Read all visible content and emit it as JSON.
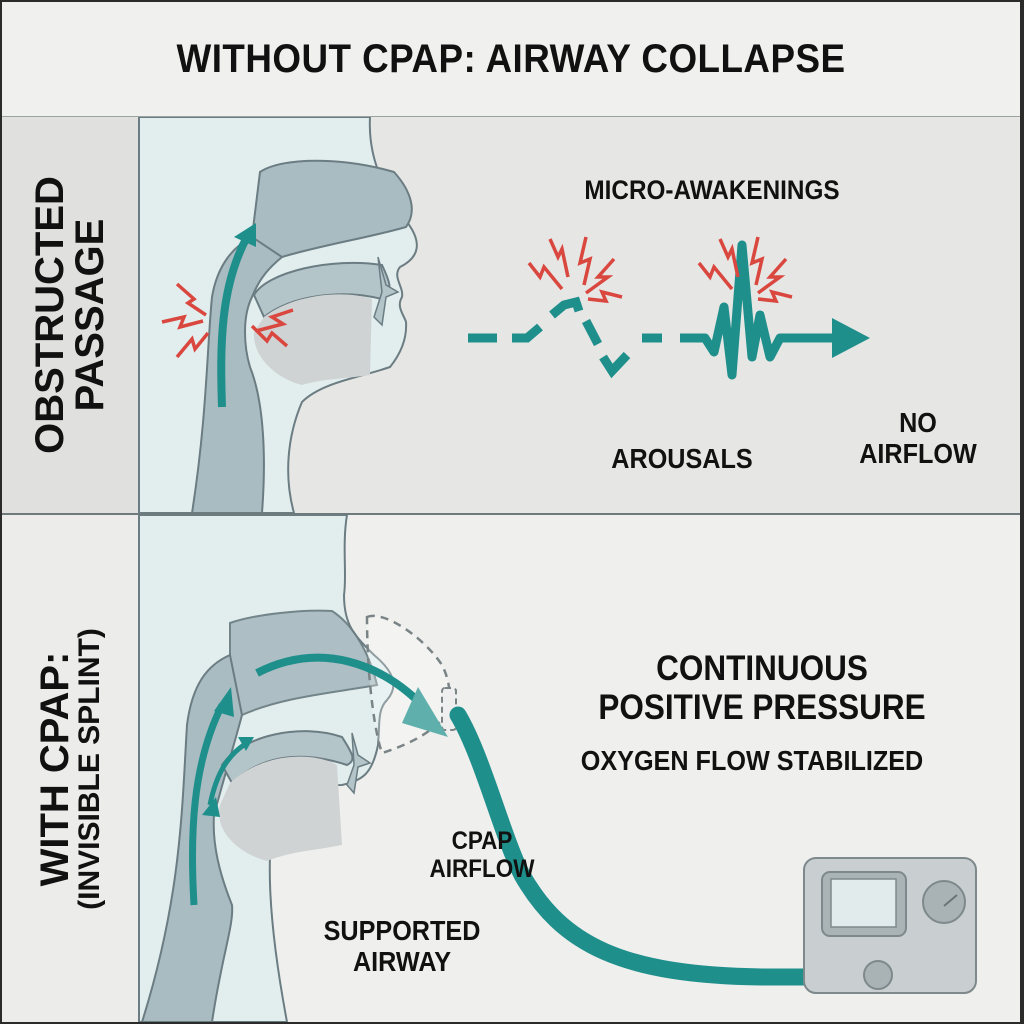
{
  "title": "WITHOUT CPAP: AIRWAY COLLAPSE",
  "top_panel": {
    "side_label": {
      "line1": "OBSTRUCTED",
      "line2": "PASSAGE"
    },
    "heading": "MICRO-AWAKENINGS",
    "labels": {
      "arousals": "AROUSALS",
      "no_airflow_line1": "NO",
      "no_airflow_line2": "AIRFLOW"
    },
    "icons": [
      "head-profile-icon",
      "airway-arrow-icon",
      "lightning-bolt-icon",
      "broken-breath-line-icon",
      "arousal-spike-icon"
    ]
  },
  "bottom_panel": {
    "side_label": {
      "line1": "WITH CPAP:",
      "line2": "(INVISIBLE SPLINT)"
    },
    "heading_line1": "CONTINUOUS",
    "heading_line2": "POSITIVE PRESSURE",
    "subheading": "OXYGEN FLOW STABILIZED",
    "labels": {
      "cpap_airflow_line1": "CPAP",
      "cpap_airflow_line2": "AIRFLOW",
      "supported_airway_line1": "SUPPORTED",
      "supported_airway_line2": "AIRWAY"
    },
    "icons": [
      "head-profile-icon",
      "nasal-mask-icon",
      "cpap-tube-icon",
      "cpap-machine-icon",
      "dial-icon",
      "screen-icon"
    ]
  },
  "colors": {
    "teal": "#1f8f8c",
    "red": "#d9473f",
    "tissue": "#a9bcc2",
    "skin_bg": "#e2eeee",
    "tongue": "#d0d3d4",
    "outline": "#6b7d82"
  }
}
